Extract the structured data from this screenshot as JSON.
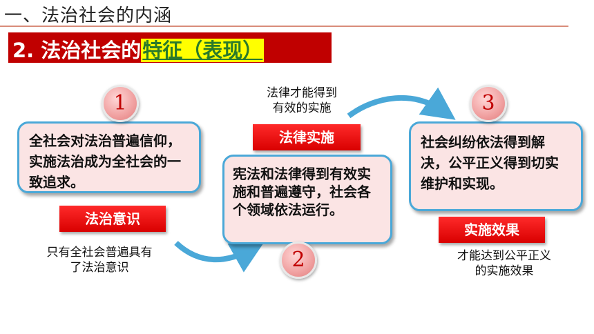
{
  "section": {
    "title": "一、法治社会的内涵"
  },
  "heading": {
    "prefix": "2. 法治社会的",
    "highlight": "特征（表现）"
  },
  "steps": [
    {
      "number": "1",
      "text": "全社会对法治普遍信仰，实施法治成为全社会的一致追求。",
      "tag": "法治意识",
      "note_line1": "只有全社会普遍具有",
      "note_line2": "了法治意识"
    },
    {
      "number": "2",
      "text": "宪法和法律得到有效实施和普遍遵守，社会各个领域依法运行。",
      "tag": "法律实施",
      "note_line1": "法律才能得到",
      "note_line2": "有效的实施"
    },
    {
      "number": "3",
      "text": "社会纠纷依法得到解决，公平正义得到切实维护和实现。",
      "tag": "实施效果",
      "note_line1": "才能达到公平正义",
      "note_line2": "的实施效果"
    }
  ],
  "colors": {
    "accent_red": "#c00000",
    "card_border": "#4aa8d8",
    "card_fill": "#fbe4e4",
    "highlight_bg": "#ffff00",
    "highlight_text": "#2a7a2a"
  }
}
